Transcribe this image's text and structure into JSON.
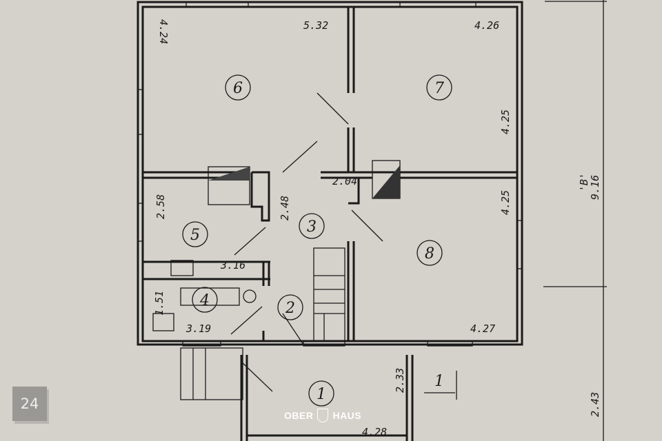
{
  "page_badge": "24",
  "watermark": {
    "left": "OBER",
    "right": "HAUS"
  },
  "rooms": {
    "r1": "1",
    "r2": "2",
    "r3": "3",
    "r4": "4",
    "r5": "5",
    "r6": "6",
    "r7": "7",
    "r8": "8"
  },
  "dimensions": {
    "d424": "4.24",
    "d532": "5.32",
    "d426": "4.26",
    "d425a": "4.25",
    "d425b": "4.25",
    "d258": "2.58",
    "d248": "2.48",
    "d204": "2.04",
    "d316": "3.16",
    "d151": "1.51",
    "d319": "3.19",
    "d427": "4.27",
    "d233": "2.33",
    "d428": "4.28",
    "overall": "9.16",
    "overall_label": "'B'",
    "d243": "2.43"
  },
  "section_marker": "1"
}
